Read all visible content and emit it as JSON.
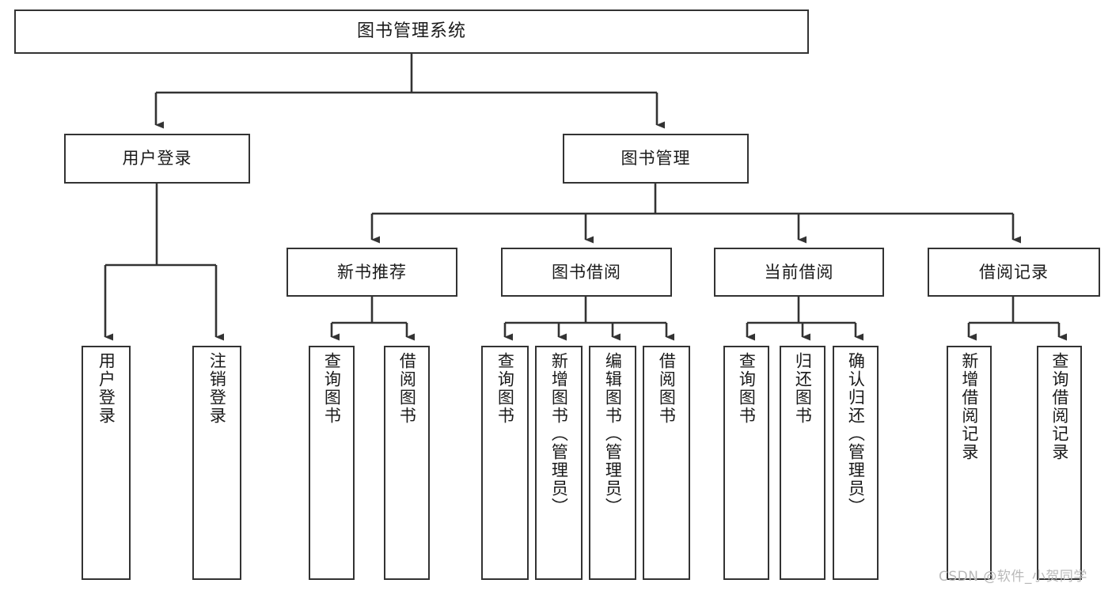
{
  "diagram": {
    "type": "tree",
    "title": "图书管理系统",
    "watermark": "CSDN @软件_小贺同学",
    "colors": {
      "box_border": "#333333",
      "box_fill": "#ffffff",
      "connector": "#333333",
      "text": "#1a1a1a",
      "watermark": "#b9b9b9"
    },
    "levels": {
      "root": {
        "label": "图书管理系统"
      },
      "level2": [
        {
          "id": "user-login",
          "label": "用户登录"
        },
        {
          "id": "book-management",
          "label": "图书管理"
        }
      ],
      "level3": [
        {
          "id": "new-book-recommend",
          "label": "新书推荐",
          "parent": "book-management"
        },
        {
          "id": "book-borrow",
          "label": "图书借阅",
          "parent": "book-management"
        },
        {
          "id": "current-borrow",
          "label": "当前借阅",
          "parent": "book-management"
        },
        {
          "id": "borrow-record",
          "label": "借阅记录",
          "parent": "book-management"
        }
      ],
      "leaves": [
        {
          "id": "leaf-user-login",
          "label": "用户登录",
          "parent": "user-login"
        },
        {
          "id": "leaf-logout-login",
          "label": "注销登录",
          "parent": "user-login"
        },
        {
          "id": "leaf-query-book-1",
          "label": "查询图书",
          "parent": "new-book-recommend"
        },
        {
          "id": "leaf-borrow-book-1",
          "label": "借阅图书",
          "parent": "new-book-recommend"
        },
        {
          "id": "leaf-query-book-2",
          "label": "查询图书",
          "parent": "book-borrow"
        },
        {
          "id": "leaf-add-book",
          "label": "新增图书（管理员）",
          "parent": "book-borrow"
        },
        {
          "id": "leaf-edit-book",
          "label": "编辑图书（管理员）",
          "parent": "book-borrow"
        },
        {
          "id": "leaf-borrow-book-2",
          "label": "借阅图书",
          "parent": "book-borrow"
        },
        {
          "id": "leaf-query-book-3",
          "label": "查询图书",
          "parent": "current-borrow"
        },
        {
          "id": "leaf-return-book",
          "label": "归还图书",
          "parent": "current-borrow"
        },
        {
          "id": "leaf-confirm-return",
          "label": "确认归还（管理员）",
          "parent": "current-borrow"
        },
        {
          "id": "leaf-add-record",
          "label": "新增借阅记录",
          "parent": "borrow-record"
        },
        {
          "id": "leaf-query-record",
          "label": "查询借阅记录",
          "parent": "borrow-record"
        }
      ]
    }
  }
}
